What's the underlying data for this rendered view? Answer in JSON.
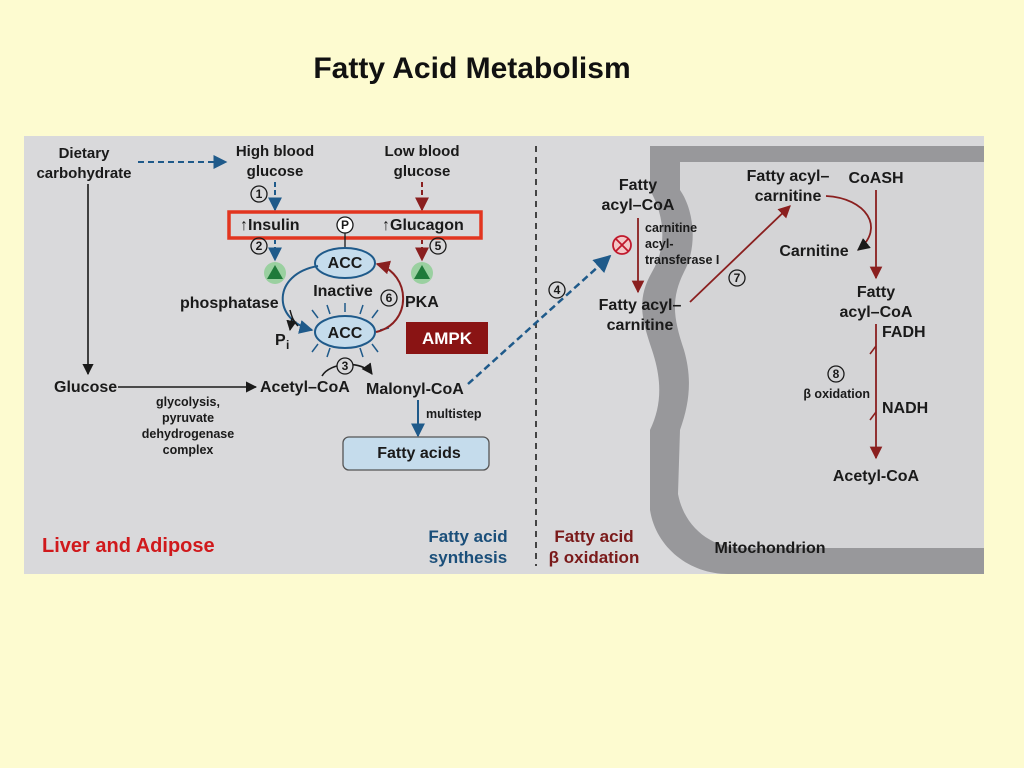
{
  "title": "Fatty Acid Metabolism",
  "diagram": {
    "dietary_carbohydrate": [
      "Dietary",
      "carbohydrate"
    ],
    "high_blood_glucose": [
      "High blood",
      "glucose"
    ],
    "low_blood_glucose": [
      "Low blood",
      "glucose"
    ],
    "insulin": "↑Insulin",
    "glucagon": "↑Glucagon",
    "phospho_p": "P",
    "acc": "ACC",
    "inactive": "Inactive",
    "phosphatase": "phosphatase",
    "pka": "PKA",
    "pi": "P",
    "pi_sub": "i",
    "ampk": "AMPK",
    "glucose": "Glucose",
    "glycolysis_note": [
      "glycolysis,",
      "pyruvate",
      "dehydrogenase",
      "complex"
    ],
    "acetyl_coa": "Acetyl–CoA",
    "malonyl_coa": "Malonyl-CoA",
    "multistep": "multistep",
    "fatty_acids": "Fatty acids",
    "fatty_acyl_coa_left": [
      "Fatty",
      "acyl–CoA"
    ],
    "cat_enzyme": [
      "carnitine",
      "acyl-",
      "transferase I"
    ],
    "fatty_acyl_carnitine_left": [
      "Fatty acyl–",
      "carnitine"
    ],
    "fatty_acyl_carnitine_right": [
      "Fatty acyl–",
      "carnitine"
    ],
    "coash": "CoASH",
    "carnitine": "Carnitine",
    "fatty_acyl_coa_right": [
      "Fatty",
      "acyl–CoA"
    ],
    "fadh": "FADH",
    "beta_oxidation": "β oxidation",
    "nadh": "NADH",
    "acetyl_coa_right": "Acetyl-CoA",
    "liver_adipose": "Liver and Adipose",
    "synthesis_label": [
      "Fatty acid",
      "synthesis"
    ],
    "oxidation_label": [
      "Fatty acid",
      "β oxidation"
    ],
    "mitochondrion": "Mitochondrion",
    "step_numbers": [
      "1",
      "2",
      "3",
      "4",
      "5",
      "6",
      "7",
      "8"
    ]
  }
}
